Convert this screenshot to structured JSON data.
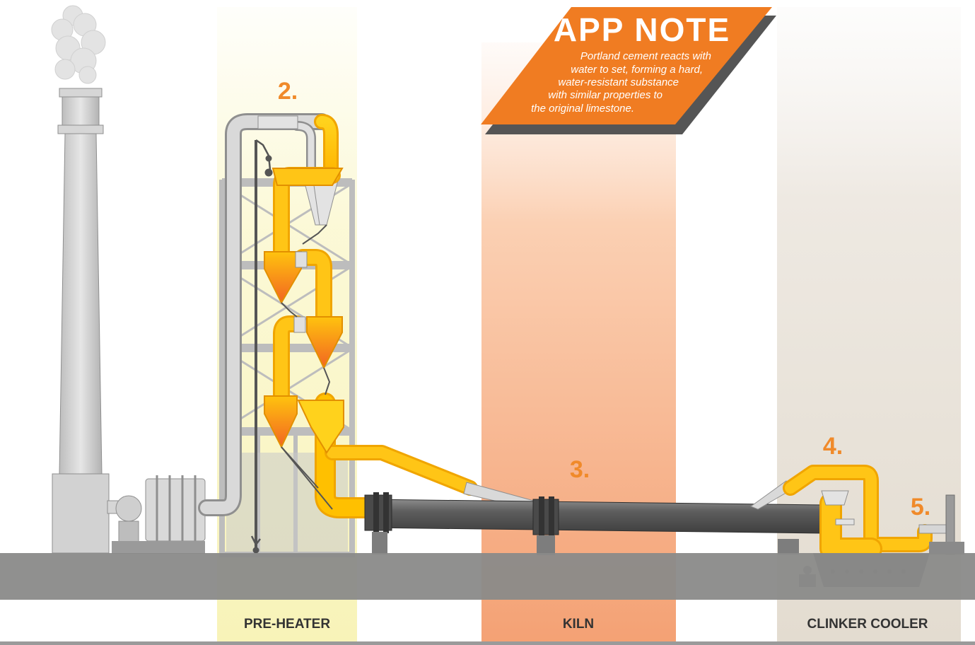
{
  "zones": {
    "preheater": "PRE-HEATER",
    "kiln": "KILN",
    "clinker_cooler": "CLINKER COOLER"
  },
  "steps": {
    "two": "2.",
    "three": "3.",
    "four": "4.",
    "five": "5."
  },
  "app_note": {
    "title": "APP NOTE",
    "line1": "Portland cement reacts with",
    "line2": "water to set, forming a hard,",
    "line3": "water-resistant substance",
    "line4": "with similar properties to",
    "line5": "the original limestone."
  },
  "colors": {
    "preheater_band": "#FBF8D2",
    "kiln_band": "#F7B48A",
    "cooler_band": "#EAE4DA",
    "ground": "#8A8A89",
    "accent_orange": "#F07C22",
    "hot_yellow": "#FFC20E",
    "steel": "#C9C9C9"
  }
}
